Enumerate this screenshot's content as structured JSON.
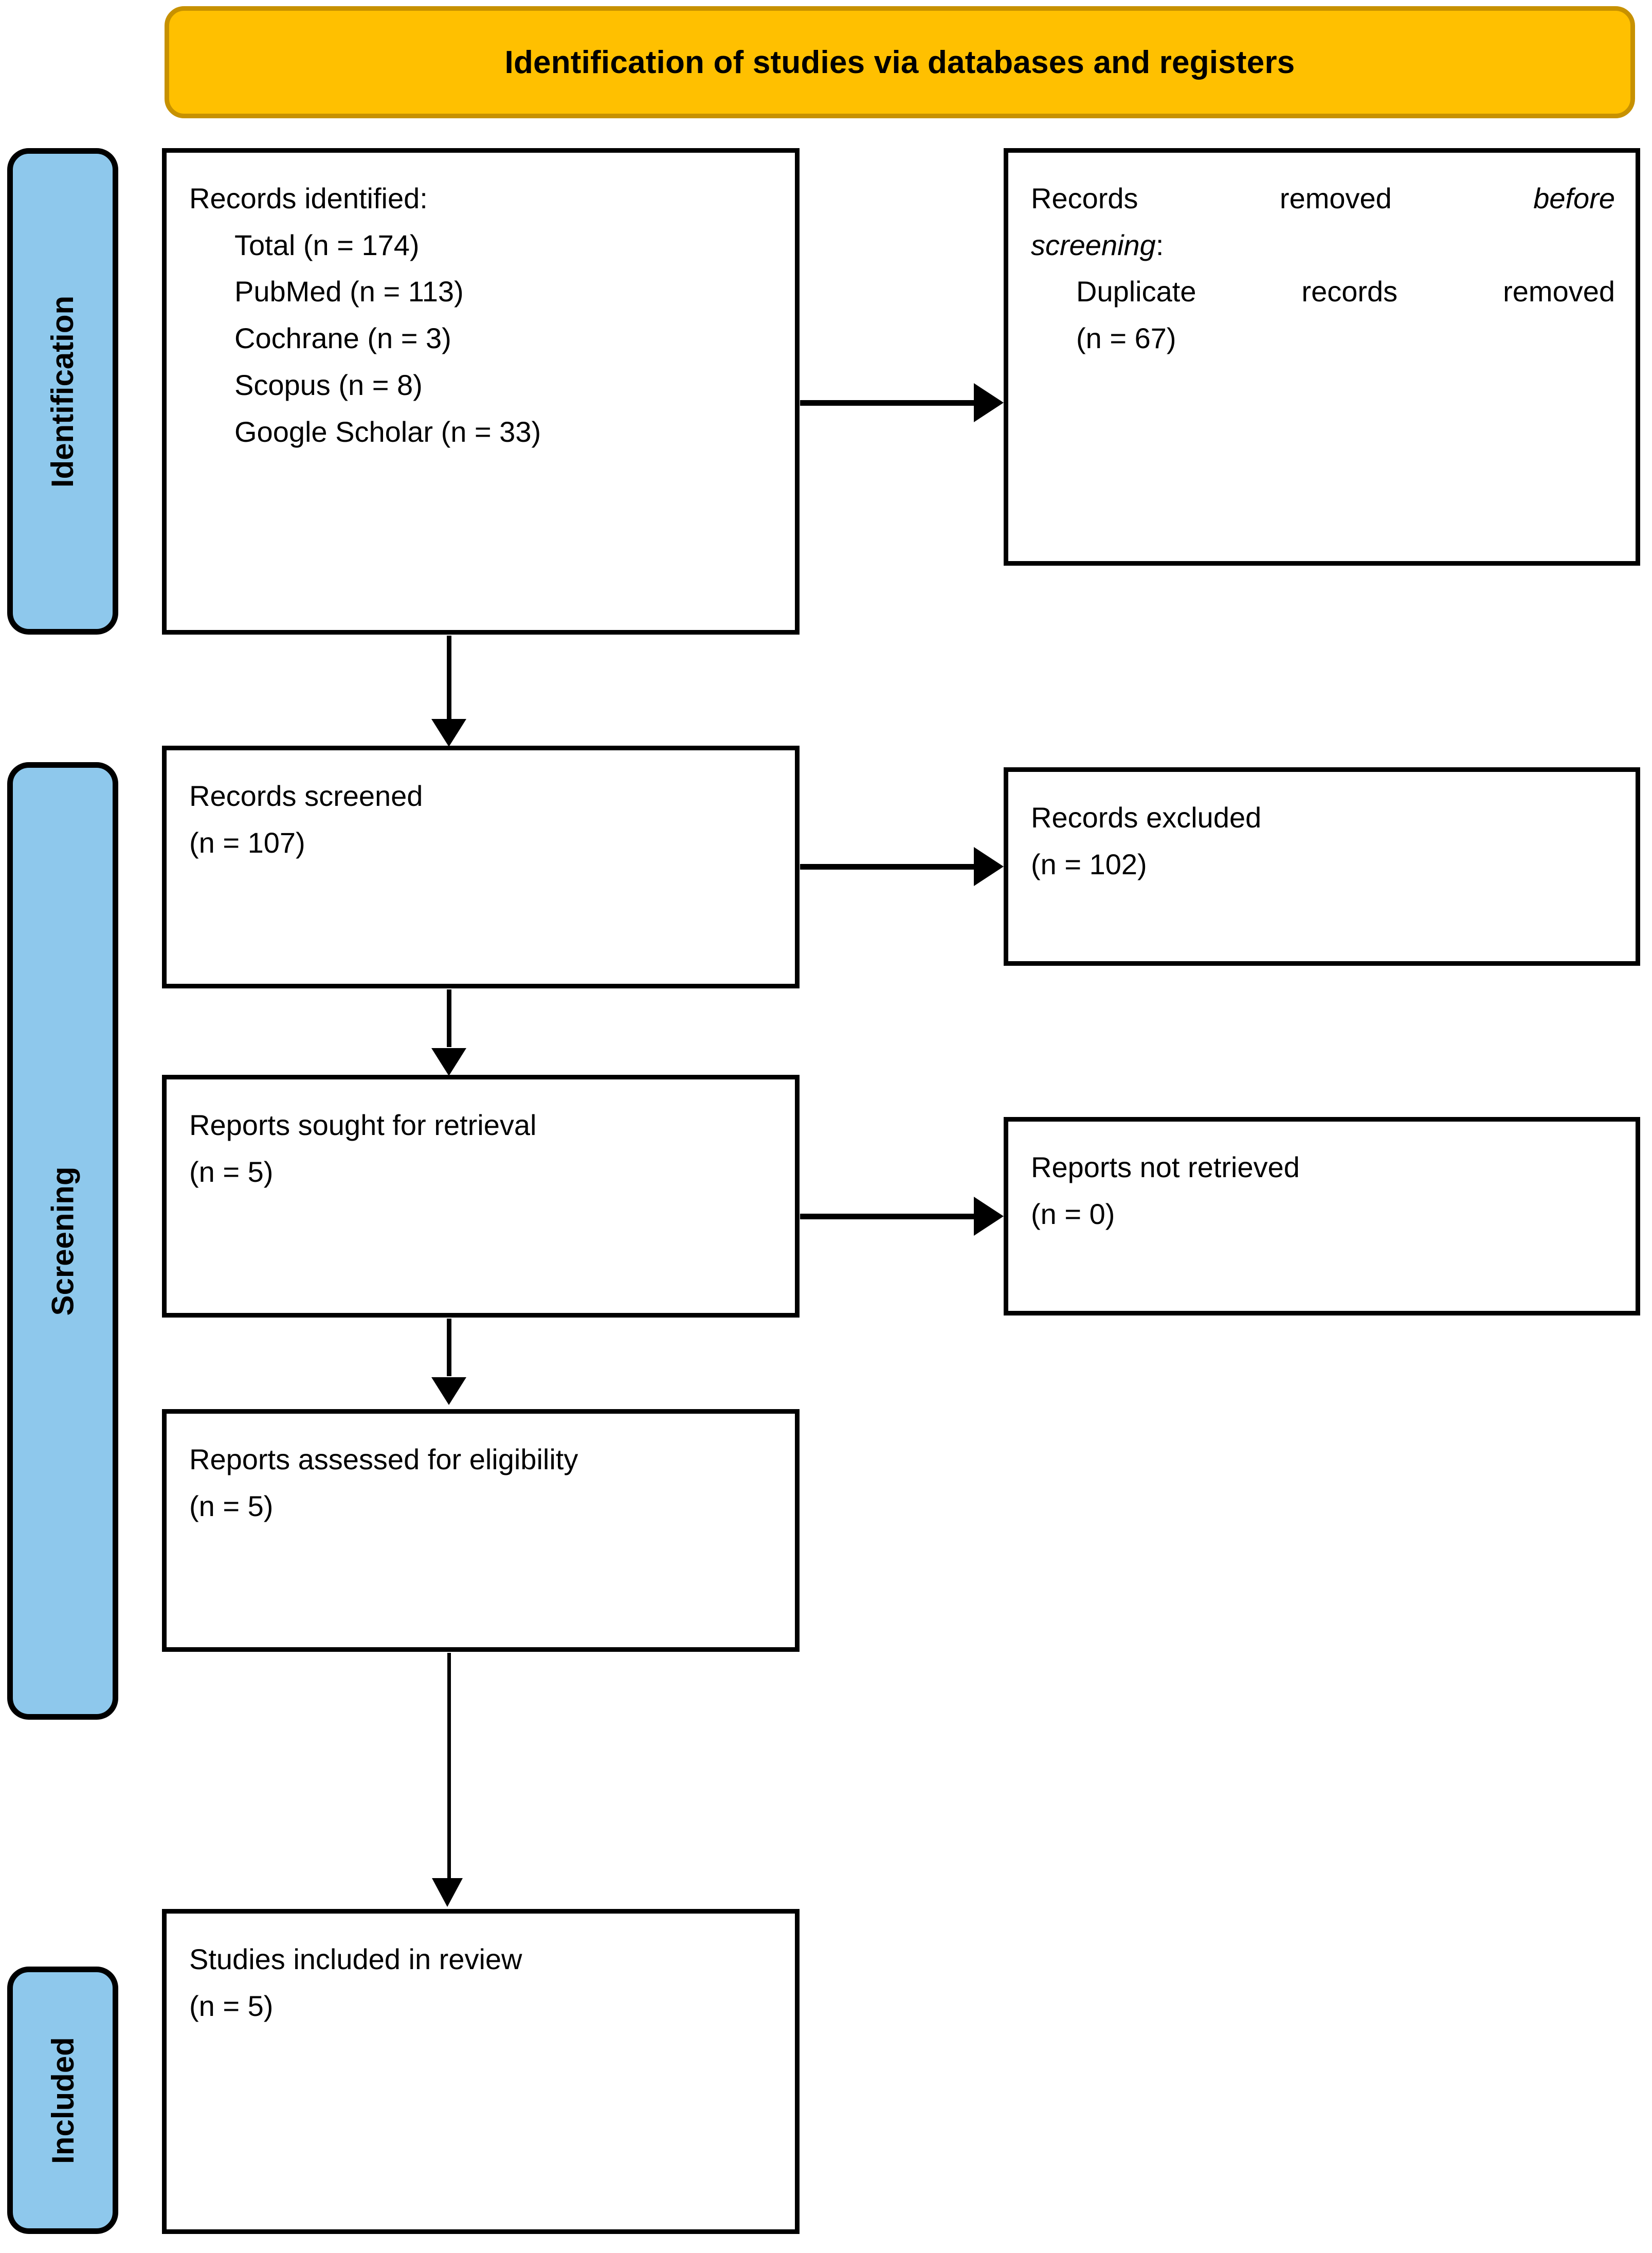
{
  "banner": {
    "title": "Identification of studies via databases and registers",
    "fill_color": "#FFC000",
    "border_color": "#C79100"
  },
  "stages": {
    "fill_color": "#8EC8EC",
    "border_color": "#000000",
    "items": [
      {
        "label": "Identification"
      },
      {
        "label": "Screening"
      },
      {
        "label": "Included"
      }
    ]
  },
  "boxes": {
    "identified": {
      "heading": "Records identified:",
      "items": [
        "Total (n = 174)",
        "PubMed (n = 113)",
        "Cochrane (n = 3)",
        "Scopus (n = 8)",
        "Google Scholar (n = 33)"
      ]
    },
    "removed": {
      "line1_a": "Records removed ",
      "line1_b": "before",
      "line2_a": "screening",
      "line2_b": ":",
      "line3": "Duplicate records removed",
      "line4": "(n = 67)"
    },
    "screened": {
      "label": "Records screened",
      "count": "(n = 107)"
    },
    "excluded": {
      "label": "Records excluded",
      "count": "(n = 102)"
    },
    "sought": {
      "label": "Reports sought for retrieval",
      "count": "(n = 5)"
    },
    "not_retrieved": {
      "label": "Reports not retrieved",
      "count": "(n = 0)"
    },
    "assessed": {
      "label": "Reports assessed for eligibility",
      "count": "(n = 5)"
    },
    "included": {
      "label": "Studies included in review",
      "count": "(n = 5)"
    }
  },
  "chart_data": {
    "type": "diagram",
    "title": "Identification of studies via databases and registers",
    "diagram_kind": "PRISMA 2020 flow diagram",
    "stages": [
      "Identification",
      "Screening",
      "Included"
    ],
    "nodes": [
      {
        "id": "identified",
        "stage": "Identification",
        "label": "Records identified",
        "n": 174,
        "breakdown": {
          "PubMed": 113,
          "Cochrane": 3,
          "Scopus": 8,
          "Google Scholar": 33
        }
      },
      {
        "id": "removed",
        "stage": "Identification",
        "label": "Records removed before screening: Duplicate records removed",
        "n": 67
      },
      {
        "id": "screened",
        "stage": "Screening",
        "label": "Records screened",
        "n": 107
      },
      {
        "id": "excluded",
        "stage": "Screening",
        "label": "Records excluded",
        "n": 102
      },
      {
        "id": "sought",
        "stage": "Screening",
        "label": "Reports sought for retrieval",
        "n": 5
      },
      {
        "id": "not_retrieved",
        "stage": "Screening",
        "label": "Reports not retrieved",
        "n": 0
      },
      {
        "id": "assessed",
        "stage": "Screening",
        "label": "Reports assessed for eligibility",
        "n": 5
      },
      {
        "id": "included",
        "stage": "Included",
        "label": "Studies included in review",
        "n": 5
      }
    ],
    "edges": [
      {
        "from": "identified",
        "to": "removed",
        "direction": "right"
      },
      {
        "from": "identified",
        "to": "screened",
        "direction": "down"
      },
      {
        "from": "screened",
        "to": "excluded",
        "direction": "right"
      },
      {
        "from": "screened",
        "to": "sought",
        "direction": "down"
      },
      {
        "from": "sought",
        "to": "not_retrieved",
        "direction": "right"
      },
      {
        "from": "sought",
        "to": "assessed",
        "direction": "down"
      },
      {
        "from": "assessed",
        "to": "included",
        "direction": "down"
      }
    ]
  }
}
